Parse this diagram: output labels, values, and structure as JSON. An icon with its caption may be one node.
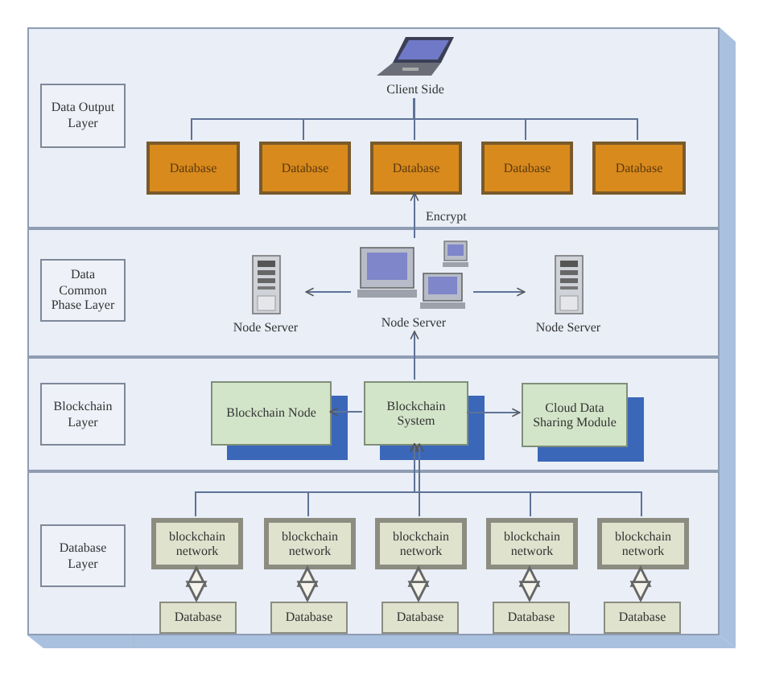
{
  "diagram": {
    "nodes": [
      {
        "text": [
          "Data Output Layer"
        ]
      },
      {
        "text": [
          "Client Side"
        ],
        "in": 0
      },
      {
        "text": [
          "Database"
        ],
        "in": 0
      },
      {
        "text": [
          "Database"
        ],
        "in": 0
      },
      {
        "text": [
          "Database"
        ],
        "in": 0
      },
      {
        "text": [
          "Database"
        ],
        "in": 0
      },
      {
        "text": [
          "Database"
        ],
        "in": 0
      },
      {
        "text": [
          "Data Common Phase Layer"
        ]
      },
      {
        "text": [
          "Node Server"
        ],
        "in": 7
      },
      {
        "text": [
          "Node Server"
        ],
        "in": 7
      },
      {
        "text": [
          "Node Server"
        ],
        "in": 7
      },
      {
        "text": [
          "Blockchain Layer"
        ]
      },
      {
        "text": [
          "Blockchain Node"
        ],
        "in": 11
      },
      {
        "text": [
          "Blockchain System"
        ],
        "in": 11
      },
      {
        "text": [
          "Cloud Data Sharing Module"
        ],
        "in": 11
      },
      {
        "text": [
          "Database Layer"
        ]
      },
      {
        "text": [
          "blockchain network"
        ],
        "in": 15
      },
      {
        "text": [
          "blockchain network"
        ],
        "in": 15
      },
      {
        "text": [
          "blockchain network"
        ],
        "in": 15
      },
      {
        "text": [
          "blockchain network"
        ],
        "in": 15
      },
      {
        "text": [
          "blockchain network"
        ],
        "in": 15
      },
      {
        "text": [
          "Database"
        ],
        "in": 15
      },
      {
        "text": [
          "Database"
        ],
        "in": 15
      },
      {
        "text": [
          "Database"
        ],
        "in": 15
      },
      {
        "text": [
          "Database"
        ],
        "in": 15
      },
      {
        "text": [
          "Database"
        ],
        "in": 15
      }
    ],
    "edges": [
      {
        "from": 1,
        "to": 2,
        "arrow": "none"
      },
      {
        "from": 1,
        "to": 3,
        "arrow": "none"
      },
      {
        "from": 1,
        "to": 4,
        "arrow": "none"
      },
      {
        "from": 1,
        "to": 5,
        "arrow": "none"
      },
      {
        "from": 1,
        "to": 6,
        "arrow": "none"
      },
      {
        "from": 9,
        "to": 4,
        "arrow": "to",
        "label": "Encrypt"
      },
      {
        "from": 9,
        "to": 8,
        "arrow": "to"
      },
      {
        "from": 9,
        "to": 10,
        "arrow": "to"
      },
      {
        "from": 13,
        "to": 9,
        "arrow": "to"
      },
      {
        "from": 13,
        "to": 12,
        "arrow": "to"
      },
      {
        "from": 13,
        "to": 14,
        "arrow": "to"
      },
      {
        "from": 16,
        "to": 13,
        "arrow": "to"
      },
      {
        "from": 17,
        "to": 13,
        "arrow": "to"
      },
      {
        "from": 18,
        "to": 13,
        "arrow": "to"
      },
      {
        "from": 19,
        "to": 13,
        "arrow": "to"
      },
      {
        "from": 20,
        "to": 13,
        "arrow": "to"
      },
      {
        "from": 16,
        "to": 21,
        "arrow": "both"
      },
      {
        "from": 17,
        "to": 22,
        "arrow": "both"
      },
      {
        "from": 18,
        "to": 23,
        "arrow": "both"
      },
      {
        "from": 19,
        "to": 24,
        "arrow": "both"
      },
      {
        "from": 20,
        "to": 25,
        "arrow": "both"
      }
    ]
  }
}
